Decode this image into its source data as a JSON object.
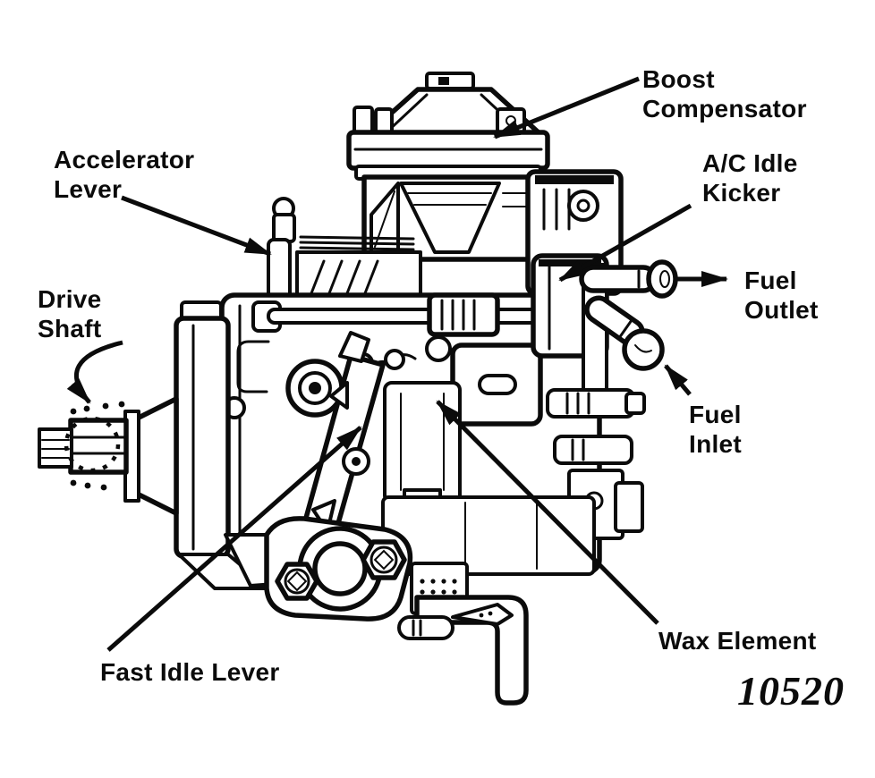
{
  "figure": {
    "type": "technical-line-diagram",
    "subject": "diesel fuel injection pump, side view",
    "part_number": "10520",
    "colors": {
      "ink": "#0b0b0b",
      "paper": "#ffffff"
    },
    "labels": {
      "boost_compensator": "Boost\nCompensator",
      "ac_idle_kicker": "A/C Idle\nKicker",
      "accelerator_lever": "Accelerator\nLever",
      "drive_shaft": "Drive\nShaft",
      "fuel_outlet": "Fuel\nOutlet",
      "fuel_inlet": "Fuel\nInlet",
      "fast_idle_lever": "Fast Idle Lever",
      "wax_element": "Wax Element"
    }
  }
}
